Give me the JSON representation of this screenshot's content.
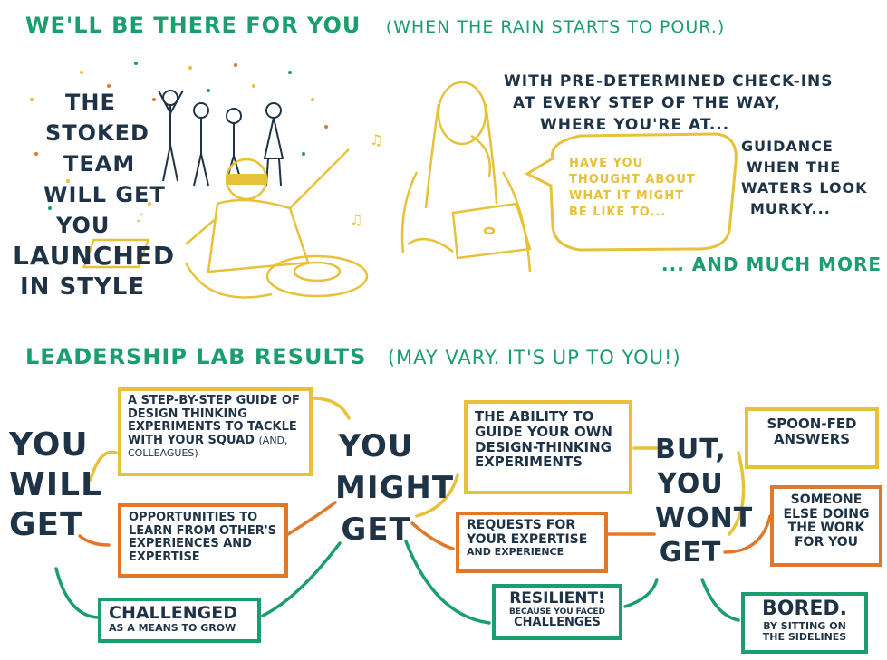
{
  "top": {
    "headline": "WE'LL BE THERE FOR YOU",
    "headline_paren": "(WHEN THE RAIN STARTS TO POUR.)",
    "left_block": [
      "THE",
      "STOKED",
      "TEAM",
      "WILL GET",
      "YOU",
      "LAUNCHED",
      "IN STYLE"
    ],
    "checkins": [
      "WITH PRE-DETERMINED CHECK-INS",
      "AT EVERY STEP OF THE WAY,",
      "WHERE YOU'RE AT..."
    ],
    "speech": [
      "HAVE YOU",
      "THOUGHT ABOUT",
      "WHAT IT MIGHT",
      "BE LIKE TO..."
    ],
    "guidance": [
      "GUIDANCE",
      "WHEN THE",
      "WATERS LOOK",
      "MURKY..."
    ],
    "much_more": "... AND MUCH MORE"
  },
  "results": {
    "title": "LEADERSHIP LAB RESULTS",
    "title_paren": "(MAY VARY. IT'S UP TO YOU!)",
    "you_will_get": [
      "YOU",
      "WILL",
      "GET"
    ],
    "you_might_get": [
      "YOU",
      "MIGHT",
      "GET"
    ],
    "but_wont_get": [
      "BUT,",
      "YOU",
      "WONT",
      "GET"
    ],
    "box_guide": "A STEP-BY-STEP GUIDE OF DESIGN THINKING EXPERIMENTS TO TACKLE WITH YOUR SQUAD",
    "box_guide_small": "(AND, COLLEAGUES)",
    "box_opportunities": "OPPORTUNITIES TO LEARN FROM OTHER'S EXPERIENCES AND EXPERTISE",
    "box_challenged": "CHALLENGED",
    "box_challenged_small": "AS A MEANS TO GROW",
    "box_ability": "THE ABILITY TO GUIDE YOUR OWN DESIGN-THINKING EXPERIMENTS",
    "box_requests": "REQUESTS FOR YOUR EXPERTISE",
    "box_requests_small": "AND EXPERIENCE",
    "box_resilient": "RESILIENT!",
    "box_resilient_small": "BECAUSE YOU FACED",
    "box_resilient_tail": "CHALLENGES",
    "box_spoon": "SPOON-FED ANSWERS",
    "box_someone": "SOMEONE ELSE DOING THE WORK FOR YOU",
    "box_bored": "BORED.",
    "box_bored_small": "BY SITTING ON THE SIDELINES"
  },
  "colors": {
    "green": "#1a9e6e",
    "navy": "#1f3347",
    "gold": "#e8c13a",
    "orange": "#e0782c"
  }
}
